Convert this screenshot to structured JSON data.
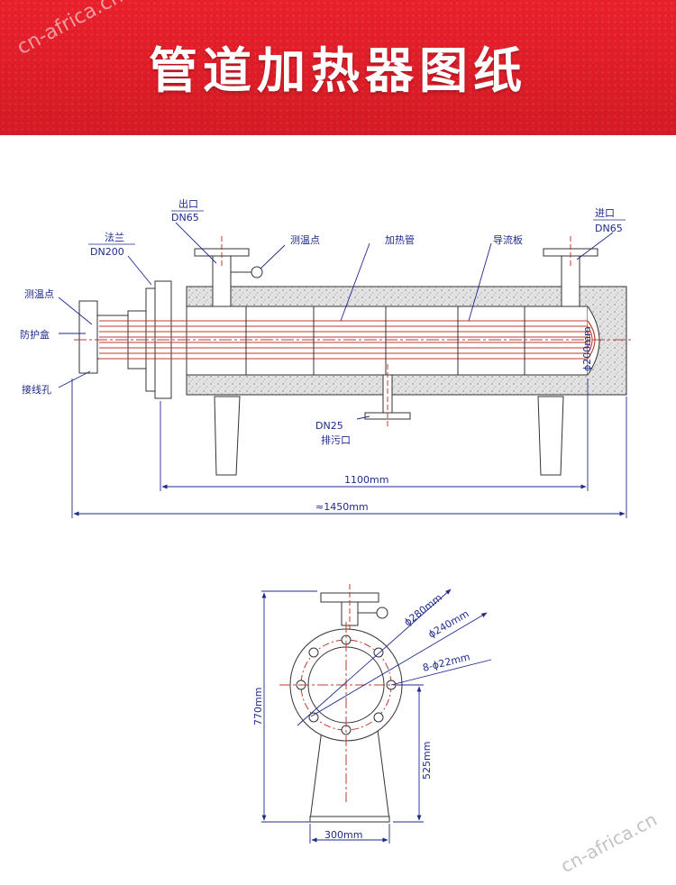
{
  "header": {
    "title": "管道加热器图纸",
    "watermark": "cn-africa.cn"
  },
  "colors": {
    "banner": "#e8202c",
    "line": "#333333",
    "dimension": "#1f2a8c",
    "heater_tube": "#c0392b",
    "insulation": "#dcdcdc"
  },
  "side_view": {
    "labels": {
      "outlet_name": "出口",
      "outlet_size": "DN65",
      "inlet_name": "进口",
      "inlet_size": "DN65",
      "flange_name": "法兰",
      "flange_size": "DN200",
      "temp_point_left": "测温点",
      "protect_box": "防护盒",
      "wiring_hole": "接线孔",
      "temp_point_top": "测温点",
      "heating_tube": "加热管",
      "baffle": "导流板",
      "drain_size": "DN25",
      "drain_name": "排污口",
      "diameter": "ϕ200mm"
    },
    "dimensions": {
      "length_inner": "1100mm",
      "length_total": "≈1450mm"
    }
  },
  "end_view": {
    "dimensions": {
      "d_280": "ϕ280mm",
      "d_240": "ϕ240mm",
      "bolt_holes": "8-ϕ22mm",
      "height_total": "770mm",
      "height_leg": "525mm",
      "base_width": "300mm"
    }
  }
}
